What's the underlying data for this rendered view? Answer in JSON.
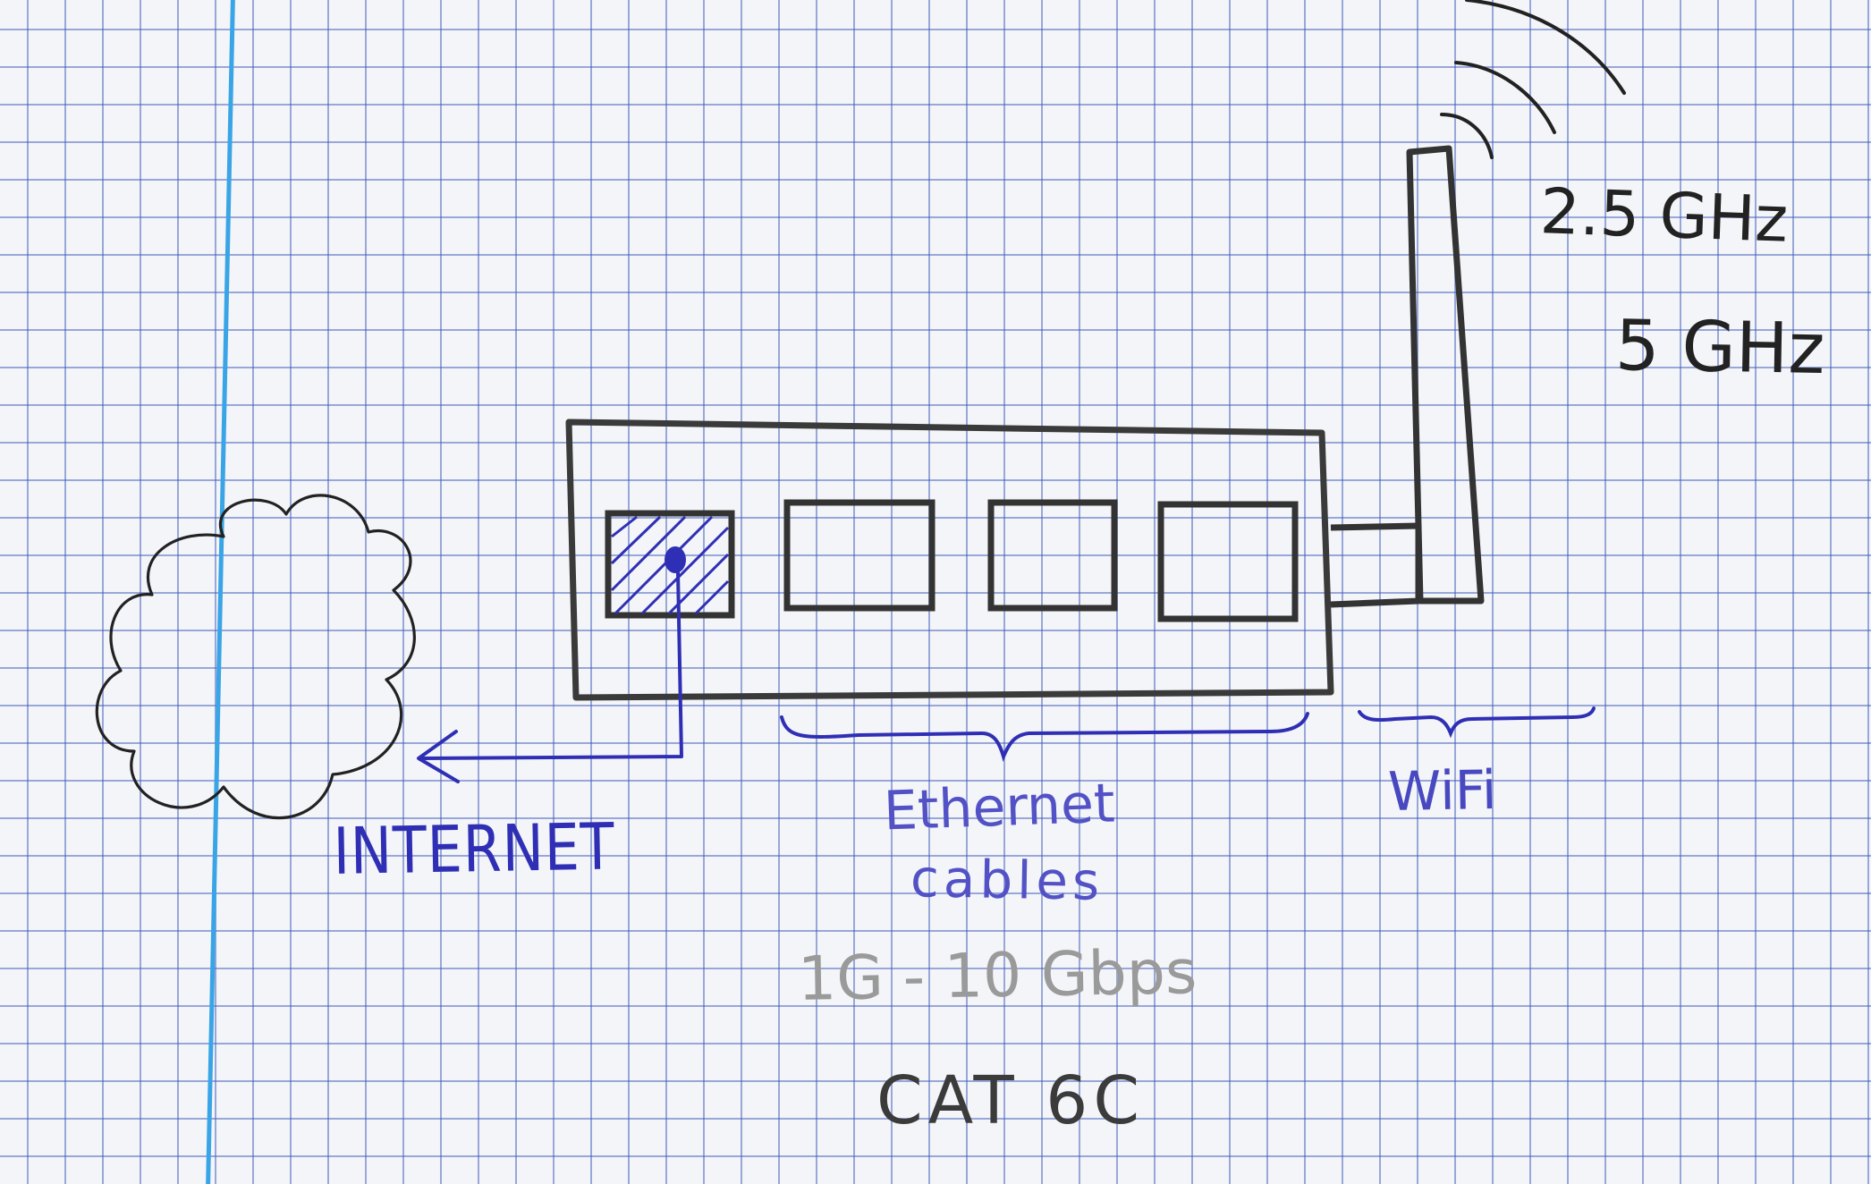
{
  "labels": {
    "internet": "INTERNET",
    "ethernet_line1": "Ethernet",
    "ethernet_line2": "cables",
    "wifi": "WiFi",
    "freq_24": "2.5 GHz",
    "freq_5": "5 GHz",
    "speed": "1G - 10 Gbps",
    "cable_type": "CAT 6C"
  },
  "colors": {
    "pencil": "#3a3a3a",
    "ink_blue": "#2f2fb5",
    "grid_blue": "#3c5ab9",
    "margin_line": "#39a5e6"
  },
  "router": {
    "ports": [
      {
        "kind": "wan",
        "state": "connected"
      },
      {
        "kind": "lan",
        "state": "empty"
      },
      {
        "kind": "lan",
        "state": "empty"
      },
      {
        "kind": "lan",
        "state": "empty"
      }
    ]
  }
}
